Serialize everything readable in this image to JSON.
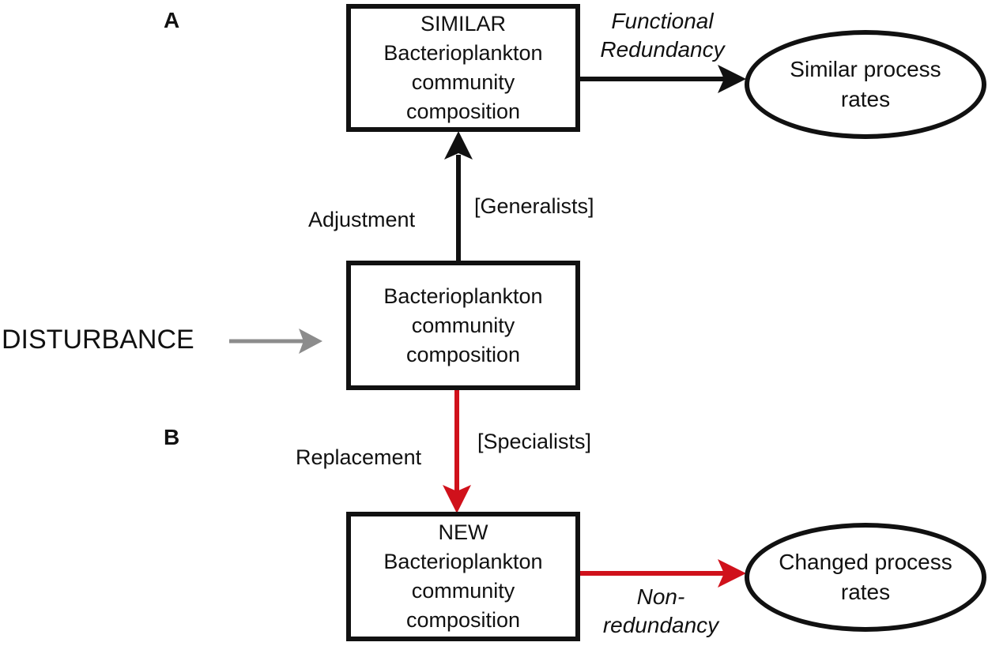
{
  "panels": {
    "a": "A",
    "b": "B"
  },
  "disturbance": "DISTURBANCE",
  "boxes": {
    "similar": [
      "SIMILAR",
      "Bacterioplankton",
      "community",
      "composition"
    ],
    "center": [
      "Bacterioplankton",
      "community",
      "composition"
    ],
    "new": [
      "NEW",
      "Bacterioplankton",
      "community",
      "composition"
    ]
  },
  "ovals": {
    "similar": [
      "Similar process",
      "rates"
    ],
    "changed": [
      "Changed process",
      "rates"
    ]
  },
  "edges": {
    "adjustment": "Adjustment",
    "generalists": "[Generalists]",
    "replacement": "Replacement",
    "specialists": "[Specialists]",
    "functional_redundancy": [
      "Functional",
      "Redundancy"
    ],
    "non_redundancy": [
      "Non-",
      "redundancy"
    ]
  },
  "colors": {
    "black_arrow": "#111111",
    "red_arrow": "#d0111b",
    "grey_arrow": "#8c8c8c"
  }
}
